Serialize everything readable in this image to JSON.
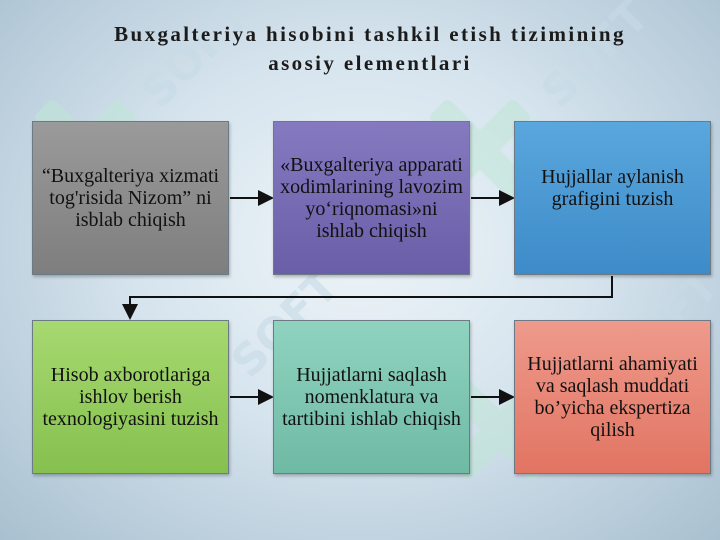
{
  "title": {
    "line1": "Buxgalteriya hisobini tashkil etish tizimining",
    "line2": "asosiy elementlari"
  },
  "steps": [
    {
      "label": "“Buxgalteriya xizmati tog'risida Nizom” ni isblab chiqish",
      "color": "#8c8c8c"
    },
    {
      "label": "«Buxgalteriya apparati xodimlarining lavozim yo‘riqnomasi»ni ishlab chiqish",
      "color": "#776bb4"
    },
    {
      "label": "Hujjallar aylanish grafigini tuzish",
      "color": "#4a99d4"
    },
    {
      "label": "Hisob axborotlariga ishlov berish texnologiyasini tuzish",
      "color": "#96cc5e"
    },
    {
      "label": "Hujjatlarni saqlash nomenklatura va tartibini ishlab chiqish",
      "color": "#7fc7b2"
    },
    {
      "label": "Hujjatlarni ahamiyati va saqlash muddati bo’yicha ekspertiza qilish",
      "color": "#e8836f"
    }
  ],
  "watermark_text": "SOFT"
}
